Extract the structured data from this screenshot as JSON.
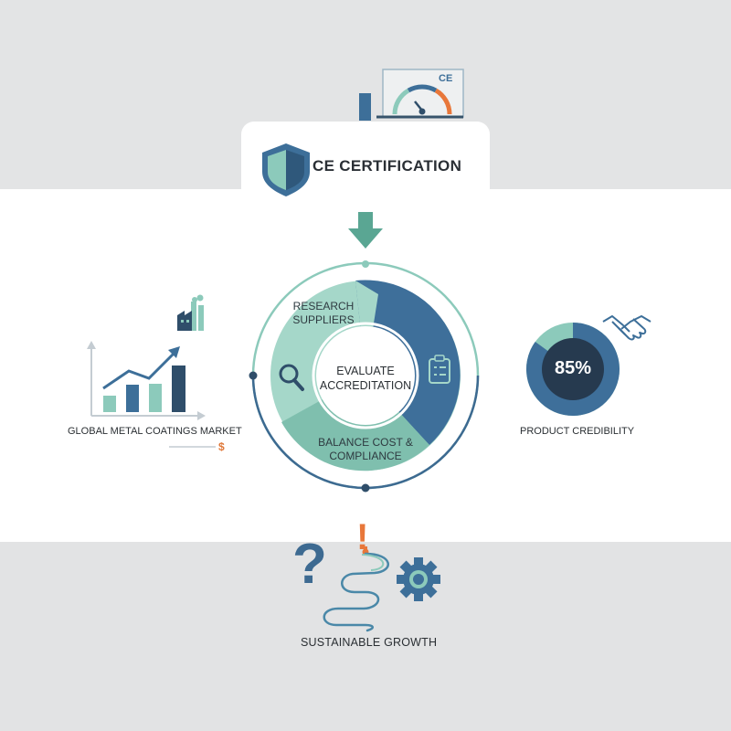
{
  "certification": {
    "title": "CE CERTIFICATION",
    "gauge_mark": "CE"
  },
  "process_cycle": {
    "center": "EVALUATE ACCREDITATION",
    "steps": [
      "RESEARCH SUPPLIERS",
      "BALANCE COST & COMPLIANCE"
    ],
    "icons": [
      "magnifier-icon",
      "checklist-icon",
      "down-arrow-icon"
    ]
  },
  "market": {
    "label": "GLOBAL METAL COATINGS MARKET",
    "currency_symbol": "$",
    "icons": [
      "factory-icon",
      "bar-chart-icon",
      "trend-arrow-icon"
    ]
  },
  "credibility": {
    "value": "85%",
    "fraction": 0.85,
    "label": "PRODUCT CREDIBILITY",
    "icons": [
      "handshake-icon"
    ]
  },
  "growth": {
    "label": "SUSTAINABLE GROWTH",
    "question_symbol": "?",
    "alert_symbol": "!",
    "icons": [
      "question-icon",
      "alert-icon",
      "path-icon",
      "gear-icon"
    ]
  },
  "colors": {
    "navy": "#2f4e6a",
    "blue": "#3d6f99",
    "teal": "#8ccabb",
    "orange": "#e8773a",
    "card": "#ffffff"
  }
}
